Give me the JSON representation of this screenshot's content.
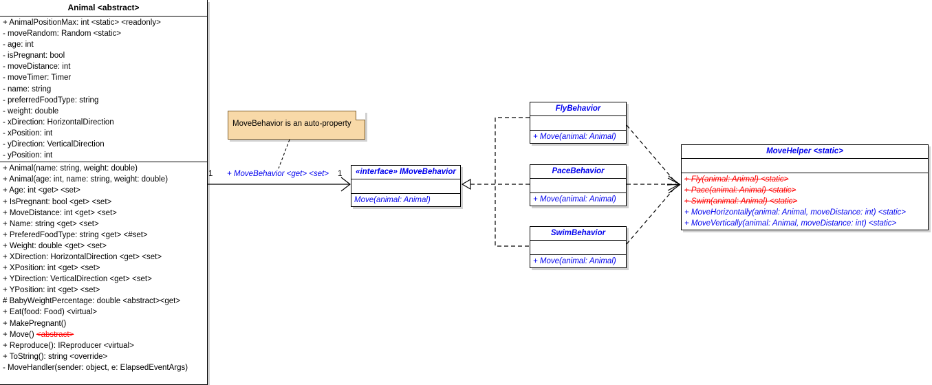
{
  "diagram": {
    "type": "uml-class-diagram",
    "colors": {
      "class_name_blue": "#0000EE",
      "deprecated_red": "#FF0000",
      "note_fill": "#F8D9A8",
      "box_fill": "#FFFFFF",
      "border": "#000000"
    }
  },
  "animal_class": {
    "title": "Animal <abstract>",
    "attributes": [
      "+ AnimalPositionMax: int <static> <readonly>",
      "- moveRandom: Random <static>",
      "- age: int",
      "- isPregnant: bool",
      "- moveDistance: int",
      "- moveTimer: Timer",
      "- name: string",
      "- preferredFoodType: string",
      "- weight: double",
      "- xDirection: HorizontalDirection",
      "- xPosition: int",
      "- yDirection: VerticalDirection",
      "- yPosition: int"
    ],
    "methods": [
      {
        "text": "+ Animal(name: string, weight: double)",
        "strike": ""
      },
      {
        "text": "+ Animal(age: int, name: string, weight: double)",
        "strike": ""
      },
      {
        "text": "+ Age: int <get> <set>",
        "strike": ""
      },
      {
        "text": "+ IsPregnant: bool <get> <set>",
        "strike": ""
      },
      {
        "text": "+ MoveDistance: int <get> <set>",
        "strike": ""
      },
      {
        "text": "+ Name: string <get> <set>",
        "strike": ""
      },
      {
        "text": "+ PreferedFoodType: string <get> <#set>",
        "strike": ""
      },
      {
        "text": "+ Weight: double <get> <set>",
        "strike": ""
      },
      {
        "text": "+ XDirection: HorizontalDirection <get> <set>",
        "strike": ""
      },
      {
        "text": "+ XPosition: int <get> <set>",
        "strike": ""
      },
      {
        "text": "+ YDirection: VerticalDirection <get> <set>",
        "strike": ""
      },
      {
        "text": "+ YPosition: int <get> <set>",
        "strike": ""
      },
      {
        "text": "# BabyWeightPercentage: double <abstract><get>",
        "strike": ""
      },
      {
        "text": "+ Eat(food: Food) <virtual>",
        "strike": ""
      },
      {
        "text": "+ MakePregnant()",
        "strike": ""
      },
      {
        "text": "+ Move() ",
        "strike": "<abstract>"
      },
      {
        "text": "+ Reproduce(): IReproducer <virtual>",
        "strike": ""
      },
      {
        "text": "+ ToString(): string <override>",
        "strike": ""
      },
      {
        "text": "- MoveHandler(sender: object, e: ElapsedEventArgs)",
        "strike": ""
      }
    ]
  },
  "note": {
    "text": "MoveBehavior is an auto-property"
  },
  "association": {
    "label": "+ MoveBehavior <get> <set>",
    "source_multiplicity": "1",
    "target_multiplicity": "1"
  },
  "interface": {
    "title": "«interface» IMoveBehavior",
    "attributes": [],
    "methods": [
      "Move(animal: Animal)"
    ]
  },
  "behaviors": [
    {
      "title": "FlyBehavior",
      "attributes": [],
      "methods": [
        "+ Move(animal: Animal)"
      ]
    },
    {
      "title": "PaceBehavior",
      "attributes": [],
      "methods": [
        "+ Move(animal: Animal)"
      ]
    },
    {
      "title": "SwimBehavior",
      "attributes": [],
      "methods": [
        "+ Move(animal: Animal)"
      ]
    }
  ],
  "move_helper": {
    "title": "MoveHelper <static>",
    "attributes": [],
    "methods": [
      {
        "text": "+ Fly(animal: Animal) <static>",
        "deprecated": true
      },
      {
        "text": "+ Pace(animal: Animal) <static>",
        "deprecated": true
      },
      {
        "text": "+ Swim(animal: Animal) <static>",
        "deprecated": true
      },
      {
        "text": "+ MoveHorizontally(animal: Animal, moveDistance: int) <static>",
        "deprecated": false
      },
      {
        "text": "+ MoveVertically(animal: Animal, moveDistance: int) <static>",
        "deprecated": false
      }
    ]
  }
}
